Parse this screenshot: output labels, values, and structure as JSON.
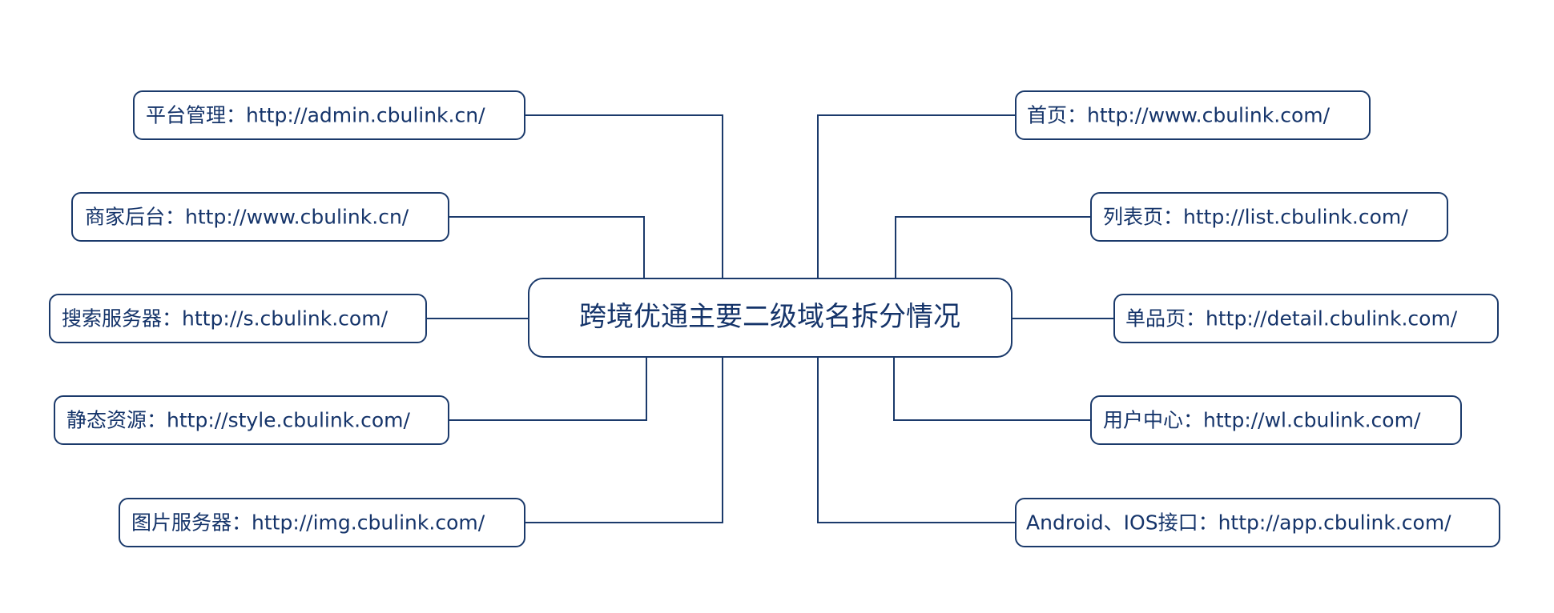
{
  "diagram": {
    "center": {
      "label": "跨境优通主要二级域名拆分情况"
    },
    "left": [
      {
        "label": "平台管理：http://admin.cbulink.cn/"
      },
      {
        "label": "商家后台：http://www.cbulink.cn/"
      },
      {
        "label": "搜索服务器：http://s.cbulink.com/"
      },
      {
        "label": "静态资源：http://style.cbulink.com/"
      },
      {
        "label": "图片服务器：http://img.cbulink.com/"
      }
    ],
    "right": [
      {
        "label": "首页：http://www.cbulink.com/"
      },
      {
        "label": "列表页：http://list.cbulink.com/"
      },
      {
        "label": "单品页：http://detail.cbulink.com/"
      },
      {
        "label": "用户中心：http://wl.cbulink.com/"
      },
      {
        "label": "Android、IOS接口：http://app.cbulink.com/"
      }
    ],
    "colors": {
      "line": "#1b3a6b",
      "text": "#15346a",
      "background": "#ffffff"
    }
  }
}
